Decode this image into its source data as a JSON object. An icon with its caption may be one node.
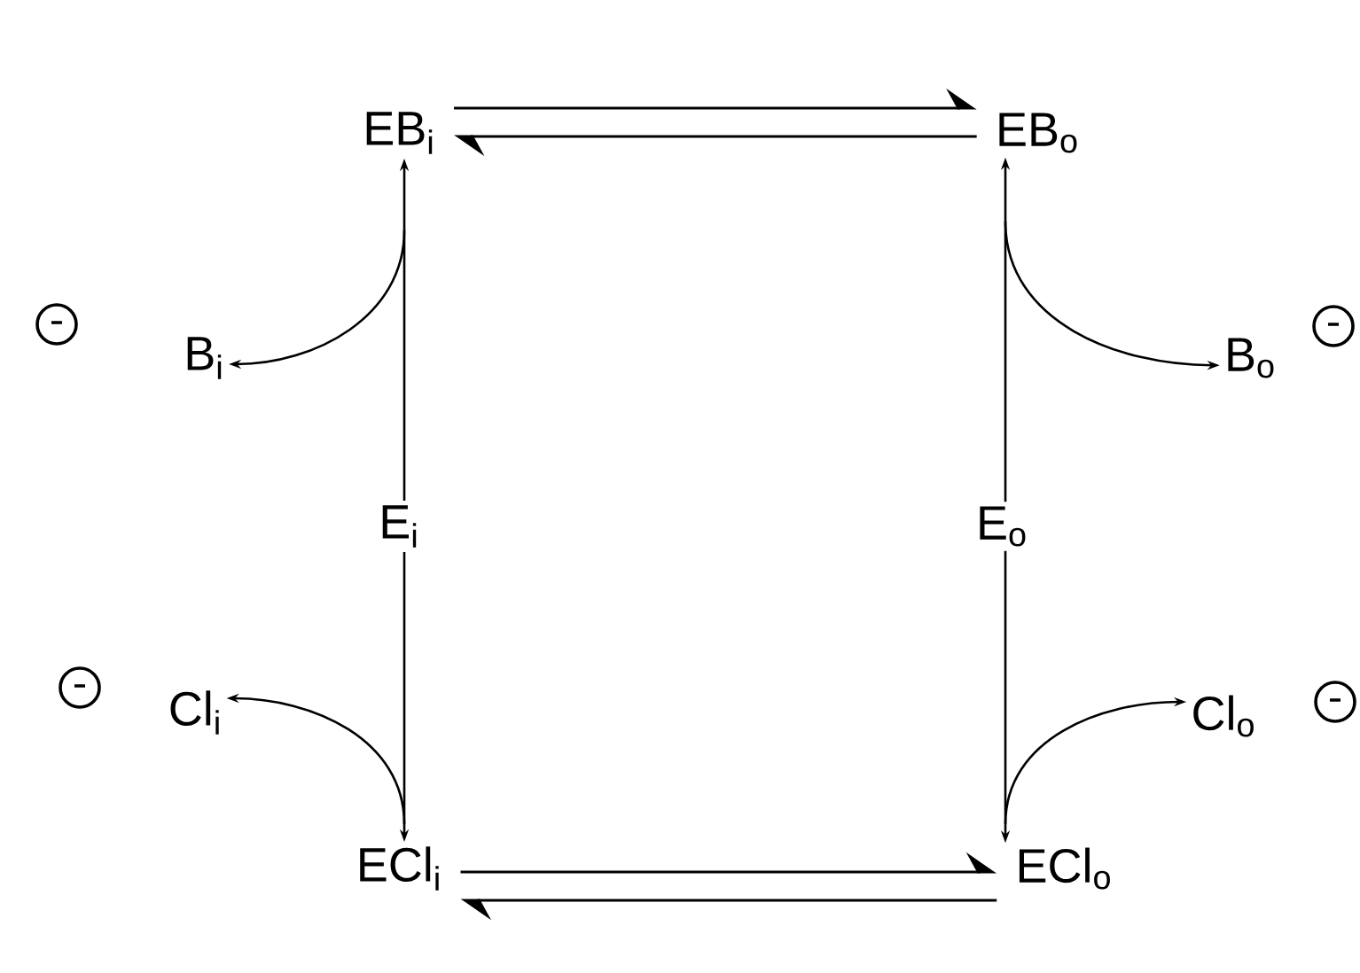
{
  "diagram": {
    "nodes": [
      {
        "text": [
          "EB$_{i}$"
        ]
      },
      {
        "text": [
          "EB$_{o}$"
        ]
      },
      {
        "text": [
          "B$_{i}$"
        ]
      },
      {
        "text": [
          "B$_{o}$"
        ]
      },
      {
        "text": [
          "E$_{i}$"
        ]
      },
      {
        "text": [
          "E$_{o}$"
        ]
      },
      {
        "text": [
          "Cl$_{i}$"
        ]
      },
      {
        "text": [
          "Cl$_{o}$"
        ]
      },
      {
        "text": [
          "ECl$_{i}$"
        ]
      },
      {
        "text": [
          "ECl$_{o}$"
        ]
      }
    ],
    "edges": [
      {
        "from": 0,
        "to": 1,
        "arrow": "to"
      },
      {
        "from": 1,
        "to": 0,
        "arrow": "to"
      },
      {
        "from": 4,
        "to": 0,
        "arrow": "to"
      },
      {
        "from": 0,
        "to": 2,
        "arrow": "to"
      },
      {
        "from": 5,
        "to": 1,
        "arrow": "to"
      },
      {
        "from": 1,
        "to": 3,
        "arrow": "to"
      },
      {
        "from": 4,
        "to": 8,
        "arrow": "to"
      },
      {
        "from": 8,
        "to": 6,
        "arrow": "to"
      },
      {
        "from": 5,
        "to": 9,
        "arrow": "to"
      },
      {
        "from": 9,
        "to": 7,
        "arrow": "to"
      },
      {
        "from": 8,
        "to": 9,
        "arrow": "to"
      },
      {
        "from": 9,
        "to": 8,
        "arrow": "to"
      }
    ]
  }
}
